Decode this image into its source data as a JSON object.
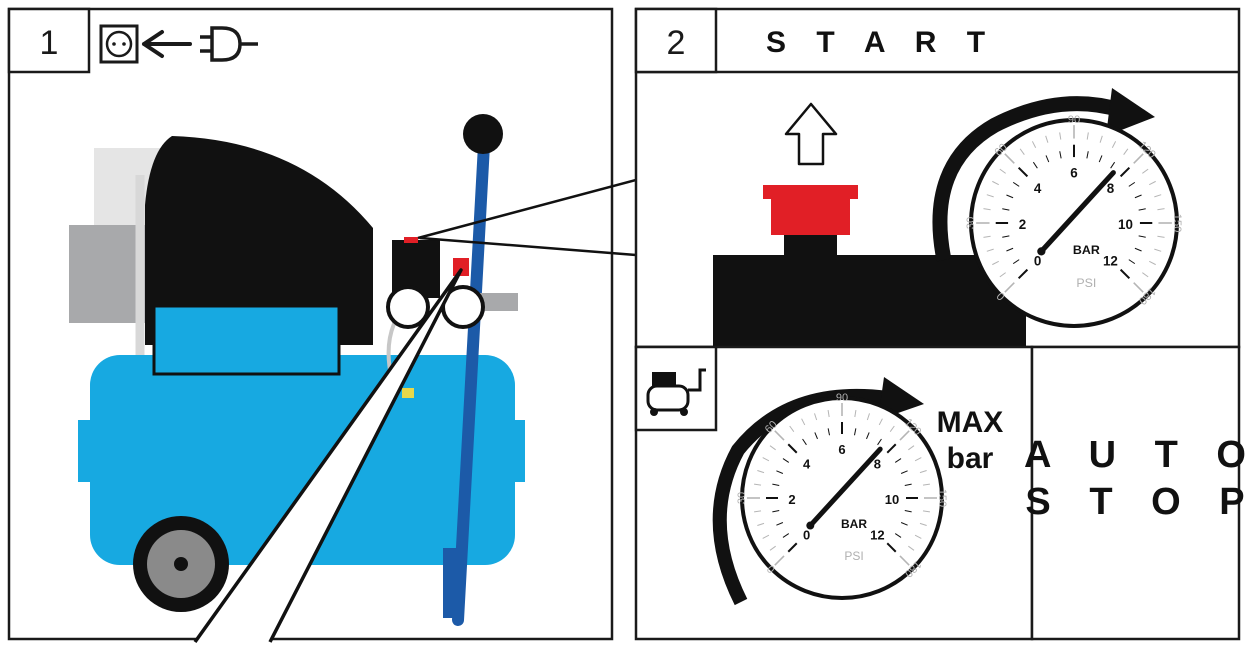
{
  "panel_1": {
    "step_number": "1",
    "plug_icon": "plug-into-socket-icon",
    "socket_icon": "power-socket-icon"
  },
  "panel_2": {
    "step_number": "2",
    "title": "S T A R T",
    "start_button_icon": "up-arrow-icon"
  },
  "panel_3": {
    "compressor_icon": "compressor-icon",
    "max_label_line1": "MAX",
    "max_label_line2": "bar",
    "auto_stop_line1": "A U T O",
    "auto_stop_line2": "S T O P"
  },
  "gauges": {
    "bar_unit": "BAR",
    "psi_unit": "PSI",
    "bar_ticks": [
      "0",
      "2",
      "4",
      "6",
      "8",
      "10",
      "12"
    ],
    "psi_ticks": [
      "0",
      "30",
      "60",
      "90",
      "120",
      "150",
      "180"
    ]
  },
  "colors": {
    "tank_blue": "#17a9e1",
    "hose_blue": "#1c5aa8",
    "start_red": "#e11f26",
    "outline": "#1a1a1a"
  }
}
